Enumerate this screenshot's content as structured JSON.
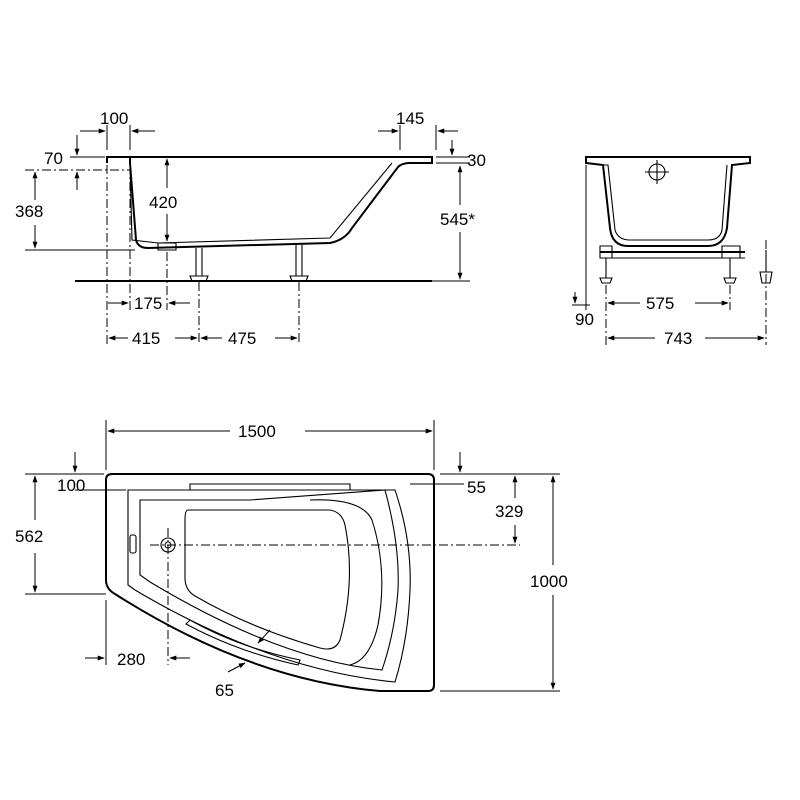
{
  "drawing": {
    "side_view": {
      "rim_left_width": "100",
      "rim_right_width": "145",
      "rim_left_height": "70",
      "rim_right_thickness": "30",
      "depth_left": "368",
      "internal_depth": "420",
      "total_height": "545*",
      "drain_offset": "175",
      "leg_offset_1": "415",
      "leg_spacing": "475"
    },
    "end_view": {
      "foot_height": "90",
      "leg_spacing": "575",
      "overall_width": "743"
    },
    "plan_view": {
      "overall_length": "1500",
      "overall_width": "1000",
      "rim_top": "100",
      "drain_from_top": "562",
      "rim_right_top": "55",
      "drain_offset_right": "329",
      "drain_from_left": "280",
      "rim_front": "65"
    }
  }
}
